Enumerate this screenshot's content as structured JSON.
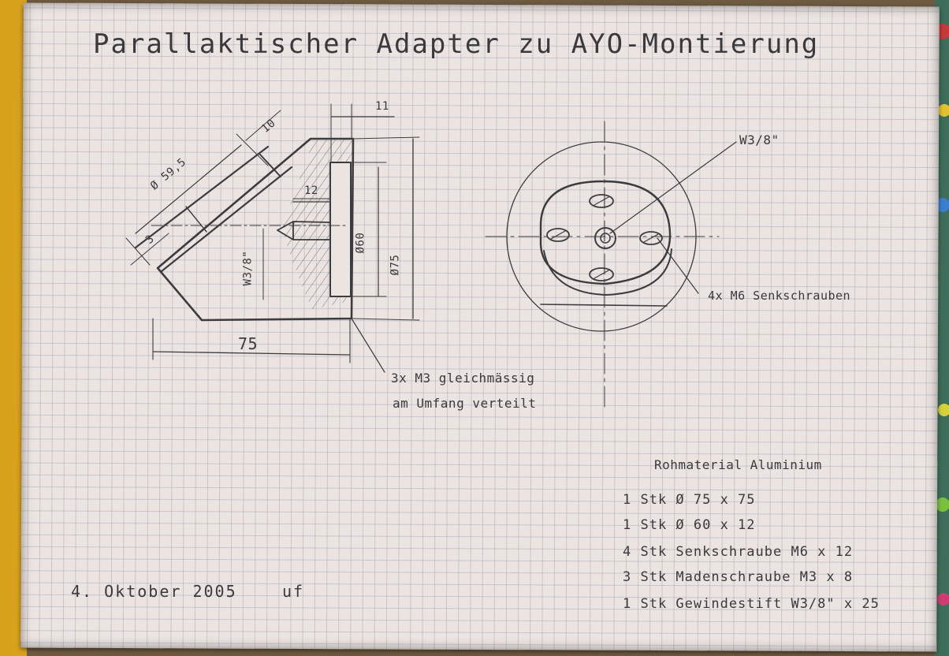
{
  "title": "Parallaktischer Adapter zu AYO-Montierung",
  "dimensions": {
    "d595": "Ø 59,5",
    "d10": "10",
    "d11": "11",
    "d3": "3",
    "d12": "12",
    "d60": "Ø60",
    "d75v": "Ø75",
    "w38left": "W3/8\"",
    "d75h": "75"
  },
  "callouts": {
    "w38": "W3/8\"",
    "m6": "4x M6 Senkschrauben",
    "m3_line1": "3x M3 gleichmässig",
    "m3_line2": "am Umfang verteilt"
  },
  "material_header": "Rohmaterial Aluminium",
  "bom": [
    "1 Stk   Ø 75 x 75",
    "1 Stk   Ø 60 x 12",
    "4 Stk   Senkschraube M6 x 12",
    "3 Stk   Madenschraube M3 x 8",
    "1 Stk   Gewindestift W3/8\" x 25"
  ],
  "date": "4. Oktober 2005",
  "signature": "uf"
}
